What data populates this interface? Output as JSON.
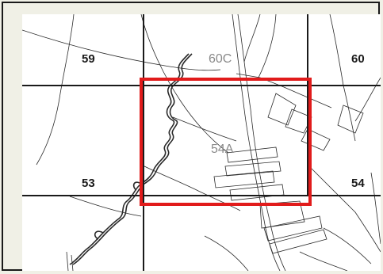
{
  "map": {
    "sheets": {
      "top_left": "59",
      "top_center": "60C",
      "top_right": "60",
      "bottom_left": "53",
      "center": "54A",
      "bottom_right": "54"
    },
    "highlight_color": "#e11b1b"
  }
}
